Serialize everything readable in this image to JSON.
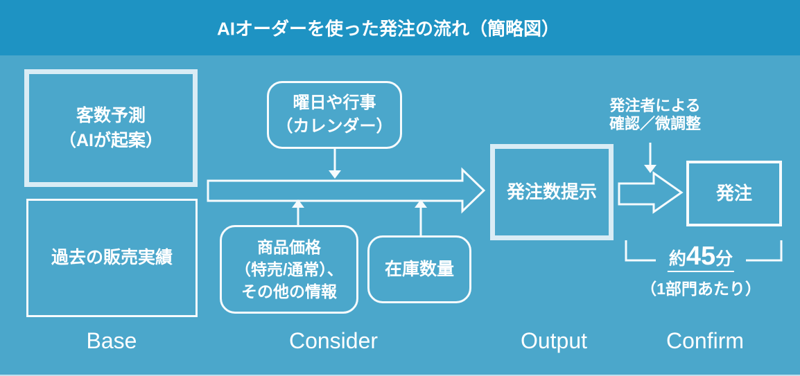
{
  "header": {
    "title": "AIオーダーを使った発注の流れ（簡略図）"
  },
  "boxes": {
    "customer_forecast": {
      "line1": "客数予測",
      "line2": "（AIが起案）"
    },
    "past_sales": {
      "label": "過去の販売実績"
    },
    "calendar": {
      "line1": "曜日や行事",
      "line2": "（カレンダー）"
    },
    "product_price": {
      "line1": "商品価格",
      "line2": "（特売/通常）、",
      "line3": "その他の情報"
    },
    "stock": {
      "label": "在庫数量"
    },
    "order_suggestion": {
      "label": "発注数提示"
    },
    "order": {
      "label": "発注"
    }
  },
  "annotations": {
    "reviewer_line1": "発注者による",
    "reviewer_line2": "確認／微調整",
    "duration_prefix": "約",
    "duration_value": "45",
    "duration_suffix": "分",
    "duration_detail": "（1部門あたり）"
  },
  "stages": [
    {
      "label": "Base"
    },
    {
      "label": "Consider"
    },
    {
      "label": "Output"
    },
    {
      "label": "Confirm"
    }
  ],
  "colors": {
    "header_bg": "#1e93c3",
    "body_bg": "#4ba7cb",
    "thick_border": "#d9ecf5",
    "line": "#f6fbfd"
  }
}
